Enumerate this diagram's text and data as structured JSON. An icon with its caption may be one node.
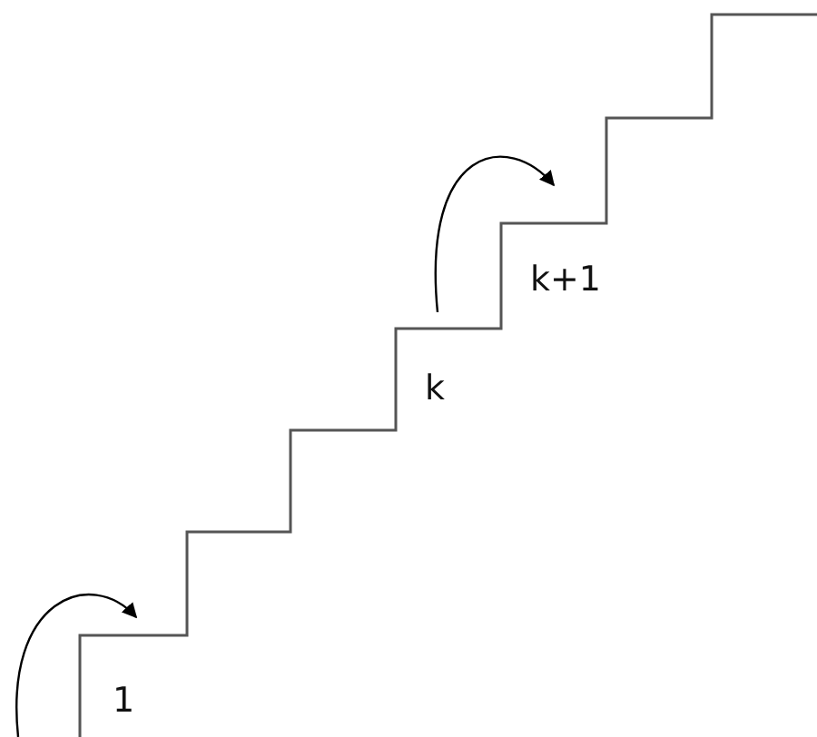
{
  "diagram": {
    "nodes": [
      {
        "text": [
          "1"
        ]
      },
      {
        "text": [
          "k"
        ]
      },
      {
        "text": [
          "k+1"
        ]
      }
    ],
    "edges": [
      {
        "from": null,
        "to": 0,
        "arrow": "to"
      },
      {
        "from": 1,
        "to": 2,
        "arrow": "to"
      }
    ]
  }
}
